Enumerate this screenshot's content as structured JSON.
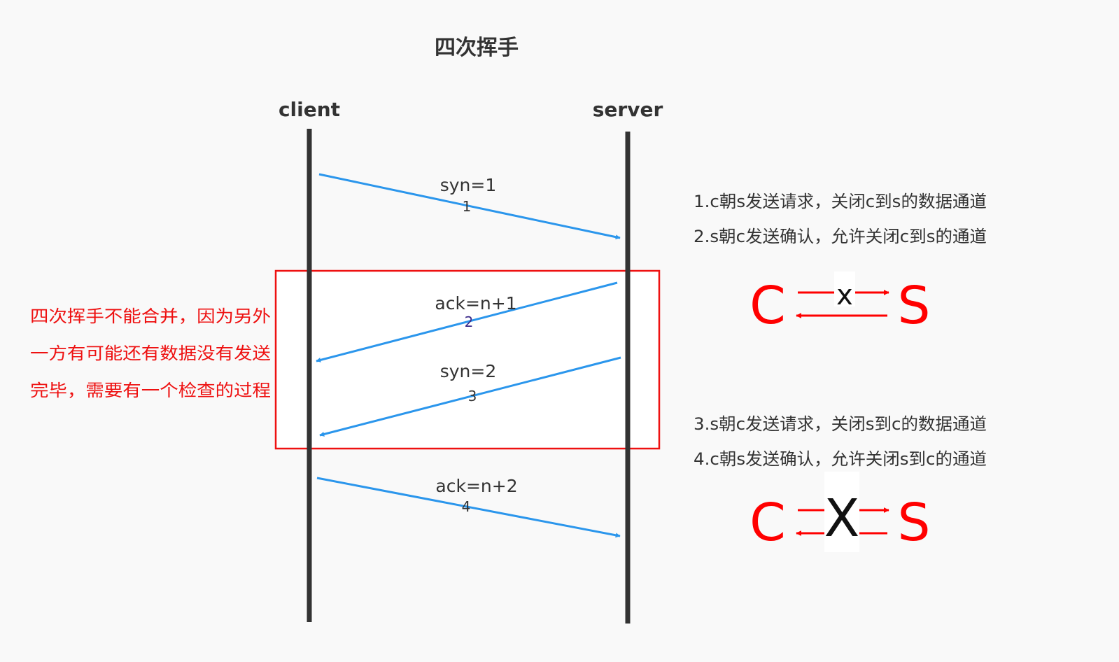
{
  "title": "四次挥手",
  "actors": {
    "client": "client",
    "server": "server"
  },
  "messages": [
    {
      "label": "syn=1",
      "step": "1"
    },
    {
      "label": "ack=n+1",
      "step": "2"
    },
    {
      "label": "syn=2",
      "step": "3"
    },
    {
      "label": "ack=n+2",
      "step": "4"
    }
  ],
  "side_note": {
    "lines": [
      "四次挥手不能合并，因为另外",
      "一方有可能还有数据没有发送",
      "完毕，需要有一个检查的过程"
    ]
  },
  "steps_text": {
    "s1": "1.c朝s发送请求，关闭c到s的数据通道",
    "s2": "2.s朝c发送确认，允许关闭c到s的通道",
    "s3": "3.s朝c发送请求，关闭s到c的数据通道",
    "s4": "4.c朝s发送确认，允许关闭s到c的通道"
  },
  "channel_top": {
    "left": "C",
    "right": "S",
    "mark": "x"
  },
  "channel_bottom": {
    "left": "C",
    "right": "S",
    "mark": "X"
  },
  "colors": {
    "arrow": "#2b96ec",
    "lifeline": "#333333",
    "highlight": "#ee1111",
    "channel": "#ff0000"
  }
}
